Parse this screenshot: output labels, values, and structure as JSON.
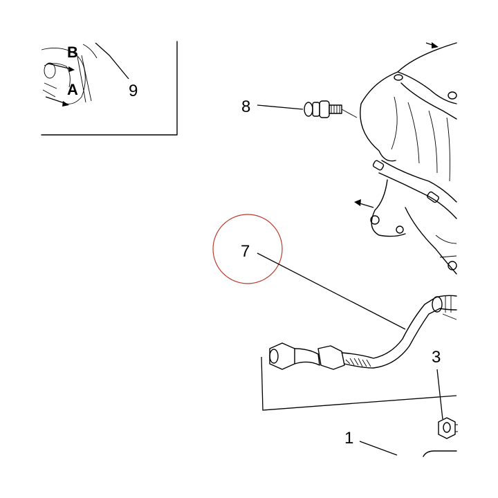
{
  "inset": {
    "labels": {
      "b": "B",
      "a": "A",
      "nine": "9"
    }
  },
  "callouts": {
    "eight": "8",
    "seven": "7",
    "three": "3",
    "one": "1"
  },
  "colors": {
    "line": "#000000",
    "highlight_circle": "#c0392b",
    "background": "#ffffff"
  }
}
